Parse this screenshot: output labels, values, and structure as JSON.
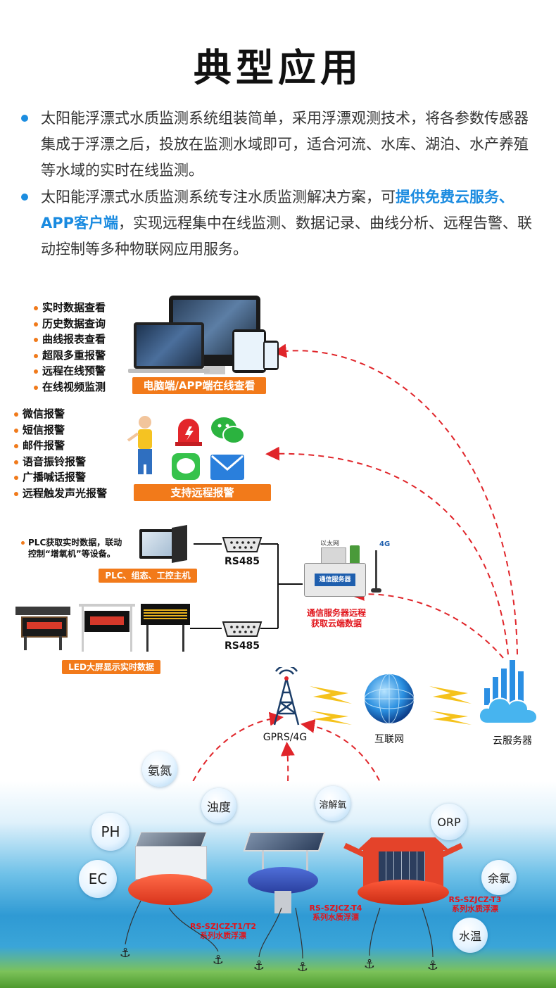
{
  "title": "典型应用",
  "intro": {
    "p1": "太阳能浮漂式水质监测系统组装简单，采用浮漂观测技术，将各参数传感器集成于浮漂之后，投放在监测水域即可，适合河流、水库、湖泊、水产养殖等水域的实时在线监测。",
    "p2_pre": "太阳能浮漂式水质监测系统专注水质监测解决方案，可",
    "p2_hl": "提供免费云服务、APP客户端",
    "p2_post": "，实现远程集中在线监测、数据记录、曲线分析、远程告警、联动控制等多种物联网应用服务。"
  },
  "monitor": {
    "features": [
      "实时数据查看",
      "历史数据查询",
      "曲线报表查看",
      "超限多重报警",
      "远程在线预警",
      "在线视频监测"
    ],
    "button": "电脑端/APP端在线查看"
  },
  "alarm": {
    "features": [
      "微信报警",
      "短信报警",
      "邮件报警",
      "语音振铃报警",
      "广播喊话报警",
      "远程触发声光报警"
    ],
    "button": "支持远程报警"
  },
  "plc": {
    "note_line1": "PLC获取实时数据，联动",
    "note_line2": "控制“增氧机”等设备。",
    "button": "PLC、组态、工控主机",
    "port": "RS485"
  },
  "led": {
    "button": "LED大屏显示实时数据",
    "port": "RS485"
  },
  "server_box": {
    "label": "通信服务器",
    "net_label": "以太网",
    "badge": "4G",
    "caption_line1": "通信服务器远程",
    "caption_line2": "获取云端数据"
  },
  "network": {
    "tower": "GPRS/4G",
    "internet": "互联网",
    "cloud": "云服务器"
  },
  "params": [
    "氨氮",
    "浊度",
    "溶解氧",
    "PH",
    "ORP",
    "EC",
    "余氯",
    "水温"
  ],
  "buoys": [
    {
      "line1": "RS-SZJCZ-T1/T2",
      "line2": "系列水质浮漂"
    },
    {
      "line1": "RS-SZJCZ-T4",
      "line2": "系列水质浮漂"
    },
    {
      "line1": "RS-SZJCZ-T3",
      "line2": "系列水质浮漂"
    }
  ],
  "colors": {
    "accent": "#1a8be0",
    "orange": "#f27a1a",
    "red_label": "#e1141b",
    "arrow": "#e0252a"
  }
}
